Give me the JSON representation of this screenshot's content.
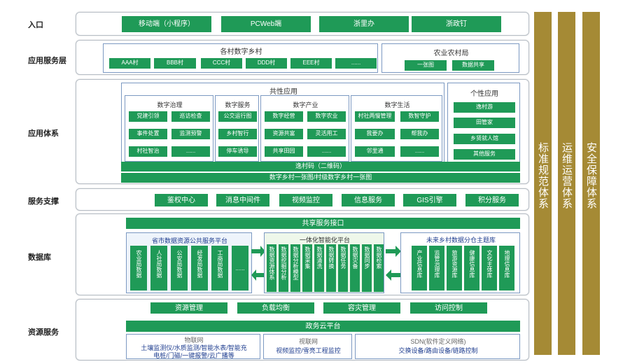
{
  "rows": {
    "entry": "入口",
    "app_service": "应用服务层",
    "app_system": "应用体系",
    "support": "服务支撑",
    "database": "数据库",
    "resource": "资源服务"
  },
  "entry": [
    "移动端（小程序）",
    "PCWeb端",
    "浙里办",
    "浙政钉"
  ],
  "villages": {
    "title": "各村数字乡村",
    "items": [
      "AAA村",
      "BBB村",
      "CCC村",
      "DDD村",
      "EEE村",
      "......"
    ]
  },
  "agri": {
    "title": "农业农村局",
    "items": [
      "一张图",
      "数据共享"
    ]
  },
  "common": {
    "title": "共性应用",
    "governance": {
      "title": "数字治理",
      "items": [
        "党建引领",
        "巡访检查",
        "事件处置",
        "监测预警",
        "村社智治",
        "......"
      ]
    },
    "service": {
      "title": "数字服务",
      "items": [
        "公交运行图",
        "乡村智行",
        "停车诱导"
      ]
    },
    "industry": {
      "title": "数字产业",
      "items": [
        "数字经营",
        "数字农业",
        "资源共富",
        "灵活用工",
        "共享田园",
        "......"
      ]
    },
    "life": {
      "title": "数字生活",
      "items": [
        "村社两慢管理",
        "数智守护",
        "我要办",
        "帮我办",
        "邻里通",
        "......"
      ]
    }
  },
  "personal": {
    "title": "个性应用",
    "items": [
      "逸村游",
      "田管家",
      "乡贤就人馆",
      "其他服务"
    ]
  },
  "app_bars": [
    "逸村码（二维码）",
    "数字乡村一张图/村级数字乡村一张图"
  ],
  "support": [
    "鉴权中心",
    "消息中间件",
    "视频监控",
    "信息服务",
    "GIS引擎",
    "积分服务"
  ],
  "db": {
    "share_bar": "共享服务接口",
    "provincial": {
      "title": "省市数据资源公共服务平台",
      "items": [
        "农业局数据",
        "人社局数据",
        "公安局数据",
        "经发局数据",
        "工商局数据",
        "......"
      ]
    },
    "integrated": {
      "title": "一体化智能化平台",
      "items": [
        "数据资源体系",
        "数据挖掘分析",
        "数据分析模型",
        "数据采集",
        "数据清洗",
        "数据转换",
        "数据任务",
        "数据灾备",
        "数据同步",
        "数据检索"
      ]
    },
    "future": {
      "title": "未来乡村数据分仓主题库",
      "items": [
        "产业信息库",
        "监管治理库",
        "旅游资源库",
        "健康信息库",
        "文化主体库",
        "地理信息库"
      ]
    }
  },
  "resource": {
    "top": [
      "资源管理",
      "负载均衡",
      "容灾管理",
      "访问控制"
    ],
    "cloud": "政务云平台",
    "iot": {
      "title": "物联网",
      "lines": [
        "土壤监测仪/水质监测/智能水表/智能充",
        "电桩/门磁/一键报警/云广播等"
      ]
    },
    "video": {
      "title": "视联网",
      "lines": [
        "视频监控/雪亮工程监控"
      ]
    },
    "sdn": {
      "title": "SDN(软件定义网络)",
      "lines": [
        "交换设备/路由设备/链路控制"
      ]
    }
  },
  "pillars": [
    "标准规范体系",
    "运维运营体系",
    "安全保障体系"
  ],
  "colors": {
    "green": "#1f9a57",
    "gold": "#a58a35",
    "blue_text": "#1e3d8f",
    "border": "#b5bcc4"
  }
}
